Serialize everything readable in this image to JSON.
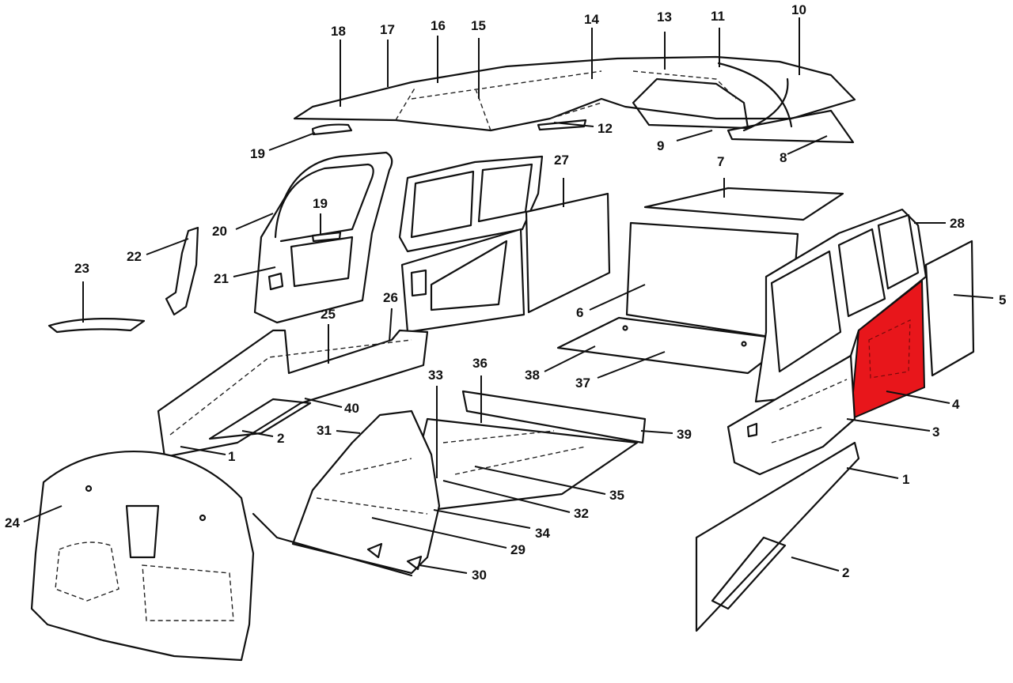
{
  "highlight_color": "#e8161b",
  "labels": [
    "18",
    "17",
    "16",
    "15",
    "14",
    "13",
    "11",
    "10",
    "12",
    "9",
    "8",
    "19",
    "27",
    "7",
    "28",
    "20",
    "19",
    "22",
    "23",
    "21",
    "5",
    "6",
    "25",
    "26",
    "4",
    "38",
    "37",
    "36",
    "33",
    "40",
    "3",
    "39",
    "31",
    "2",
    "1",
    "1",
    "35",
    "24",
    "32",
    "34",
    "29",
    "2",
    "30"
  ]
}
